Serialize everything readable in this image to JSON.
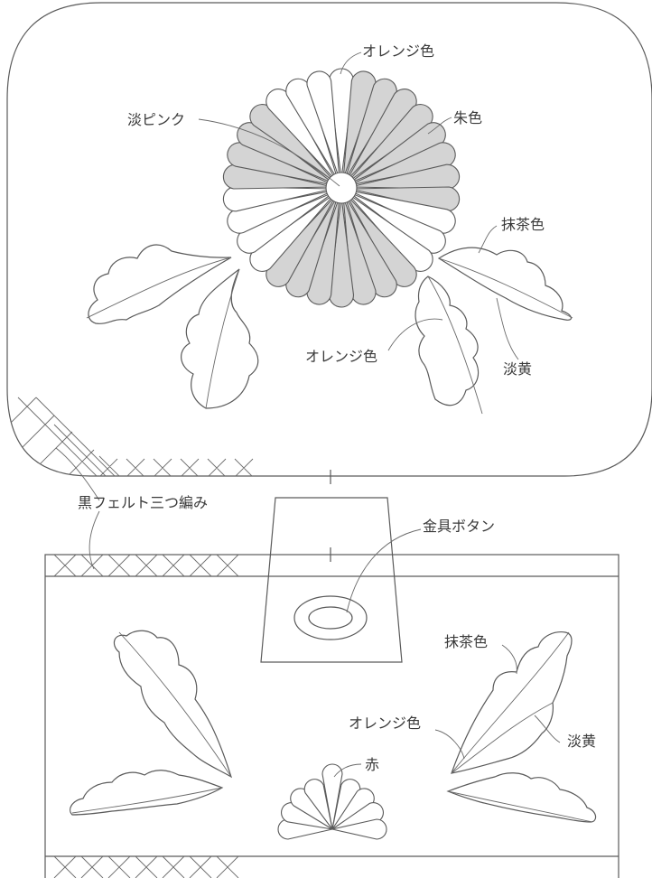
{
  "labels": {
    "orange_top": "オレンジ色",
    "pale_pink": "淡ピンク",
    "vermilion": "朱色",
    "matcha_top": "抹茶色",
    "orange_mid": "オレンジ色",
    "pale_yellow_top": "淡黄",
    "black_felt": "黒フェルト三つ編み",
    "metal_button": "金具ボタン",
    "matcha_bottom": "抹茶色",
    "orange_bottom": "オレンジ色",
    "pale_yellow_bottom": "淡黄",
    "red": "赤"
  },
  "colors": {
    "line": "#5a5a5a",
    "petal_shaded": "#d4d4d4",
    "petal_plain": "#ffffff",
    "text": "#3a3a3a"
  }
}
